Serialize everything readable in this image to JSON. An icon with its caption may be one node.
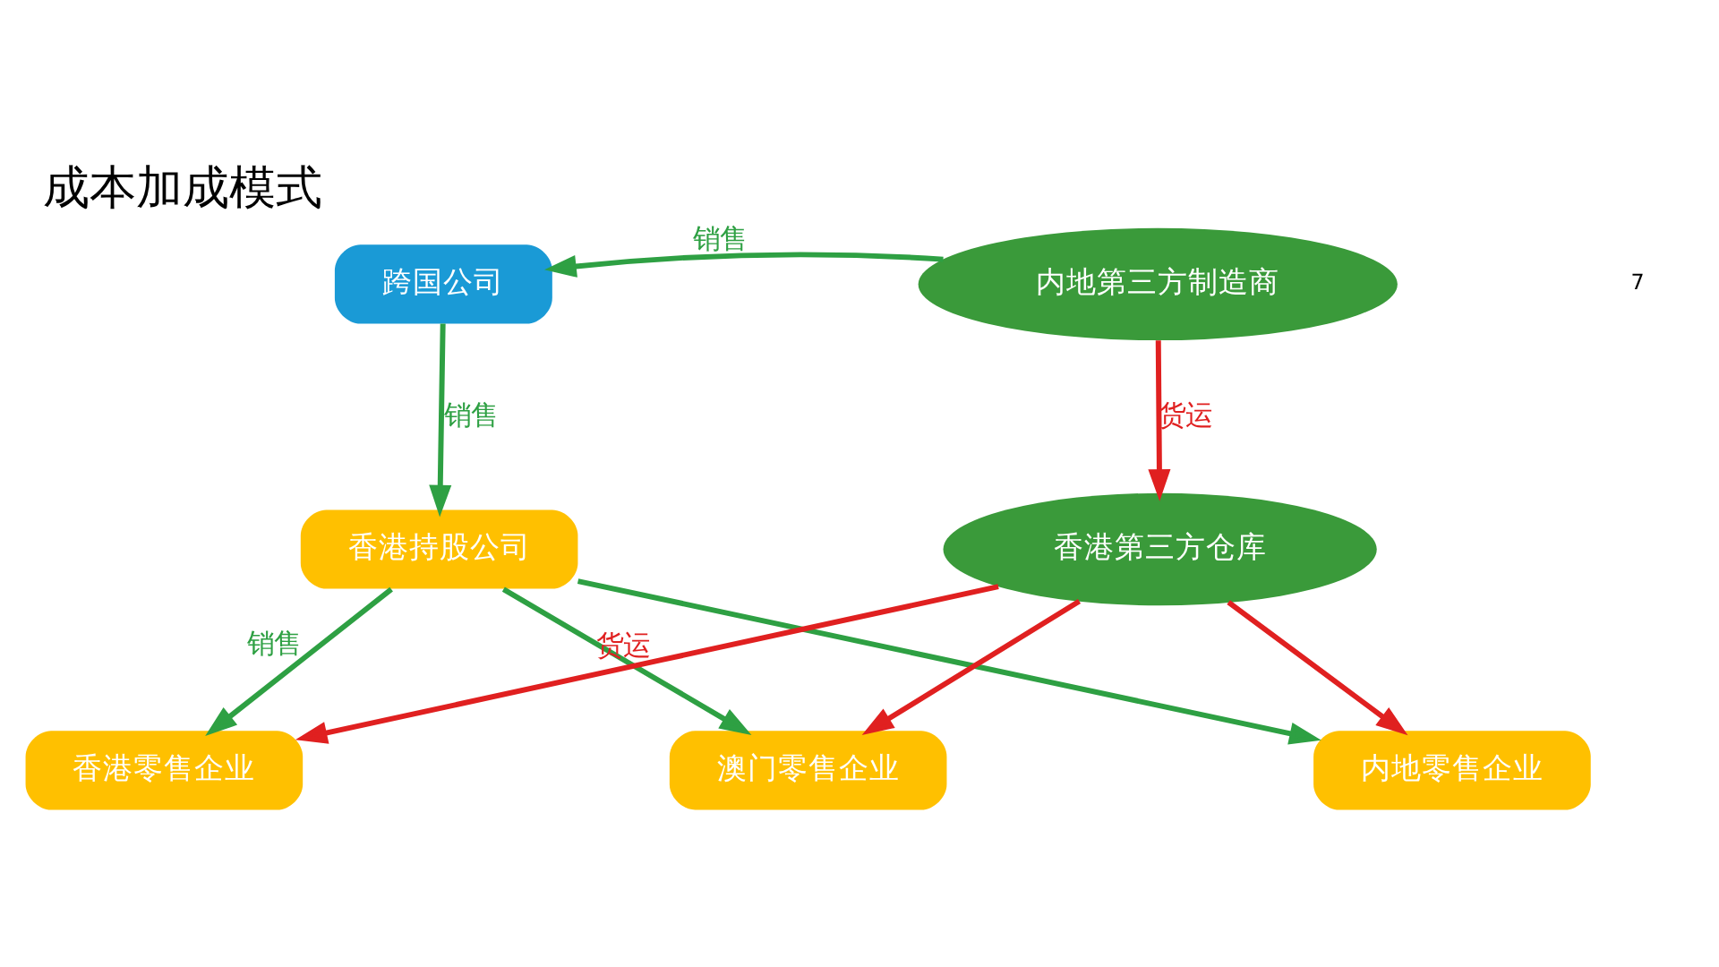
{
  "diagram": {
    "title": "成本加成模式",
    "nodes": [
      {
        "text": [
          "跨国公司"
        ]
      },
      {
        "text": [
          "内地第三方制造商"
        ]
      },
      {
        "text": [
          "香港持股公司"
        ]
      },
      {
        "text": [
          "香港第三方仓库"
        ]
      },
      {
        "text": [
          "香港零售企业"
        ]
      },
      {
        "text": [
          "澳门零售企业"
        ]
      },
      {
        "text": [
          "内地零售企业"
        ]
      }
    ],
    "edges": [
      {
        "from": 1,
        "to": 0,
        "arrow": "to",
        "label": "销售",
        "color": "#2ea043"
      },
      {
        "from": 0,
        "to": 2,
        "arrow": "to",
        "label": "销售",
        "color": "#2ea043"
      },
      {
        "from": 1,
        "to": 3,
        "arrow": "to",
        "label": "货运",
        "color": "#e02020"
      },
      {
        "from": 2,
        "to": 4,
        "arrow": "to",
        "label": "销售",
        "color": "#2ea043"
      },
      {
        "from": 2,
        "to": 5,
        "arrow": "to",
        "color": "#2ea043"
      },
      {
        "from": 2,
        "to": 6,
        "arrow": "to",
        "color": "#2ea043"
      },
      {
        "from": 3,
        "to": 4,
        "arrow": "to",
        "label": "货运",
        "color": "#e02020"
      },
      {
        "from": 3,
        "to": 5,
        "arrow": "to",
        "color": "#e02020"
      },
      {
        "from": 3,
        "to": 6,
        "arrow": "to",
        "color": "#e02020"
      }
    ],
    "labels": [
      "7"
    ]
  }
}
